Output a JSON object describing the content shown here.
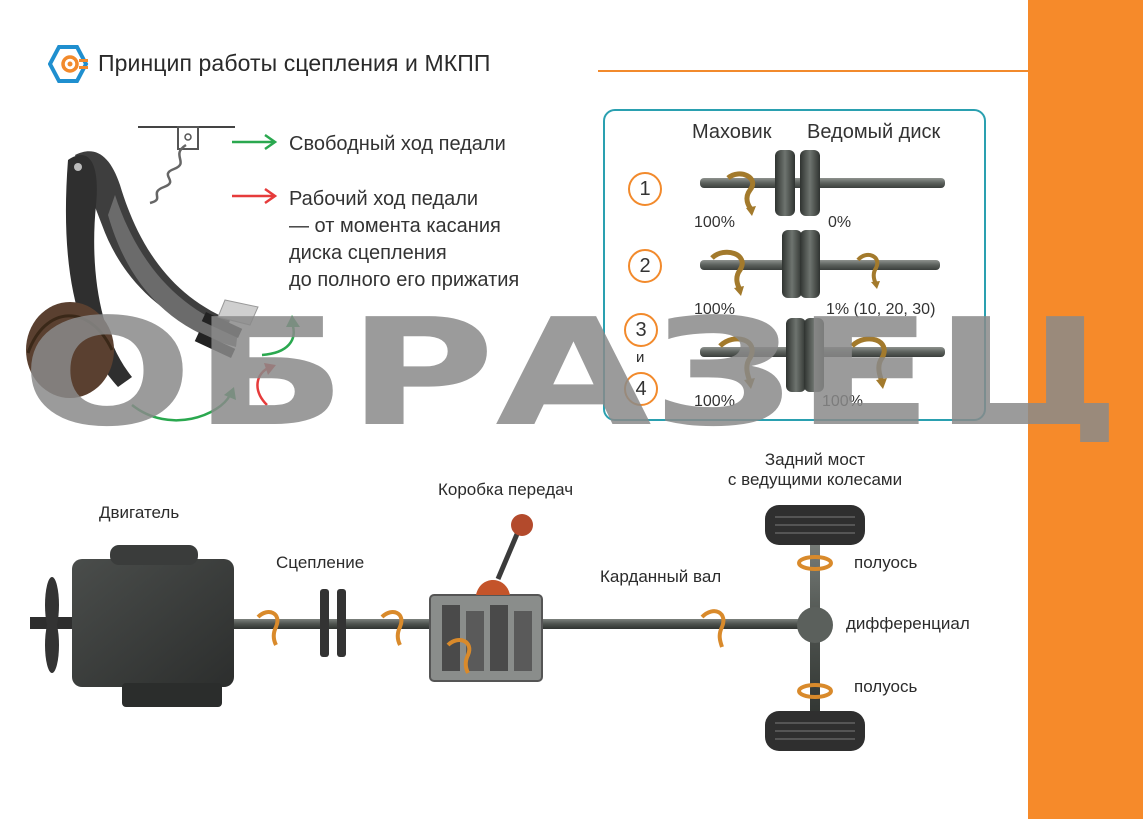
{
  "title": "Принцип работы сцепления и МКПП",
  "colors": {
    "accent": "#f28a2c",
    "panel_border": "#2aa0b0",
    "free_arrow": "#2aa84f",
    "work_arrow": "#e63b3b",
    "watermark": "#8a8a8a"
  },
  "pedal_legend": {
    "free_travel": "Свободный ход педали",
    "working_travel": [
      "Рабочий ход педали",
      "— от момента касания",
      "диска сцепления",
      "до полного его прижатия"
    ]
  },
  "clutch_panel": {
    "flywheel_label": "Маховик",
    "driven_disc_label": "Ведомый диск",
    "connector": "и",
    "stages": [
      {
        "number": "1",
        "flywheel_pct": "100%",
        "disc_pct": "0%"
      },
      {
        "number": "2",
        "flywheel_pct": "100%",
        "disc_pct": "1% (10, 20, 30)"
      },
      {
        "number": "3",
        "flywheel_pct": "100%",
        "disc_pct": "100%"
      },
      {
        "number": "4"
      }
    ]
  },
  "drivetrain": {
    "engine": "Двигатель",
    "clutch": "Сцепление",
    "gearbox": "Коробка передач",
    "driveshaft": "Карданный вал",
    "rear_axle": [
      "Задний мост",
      "с ведущими колесами"
    ],
    "half_shaft_top": "полуось",
    "differential": "дифференциал",
    "half_shaft_bottom": "полуось"
  },
  "watermark": "ОБРАЗЕЦ"
}
